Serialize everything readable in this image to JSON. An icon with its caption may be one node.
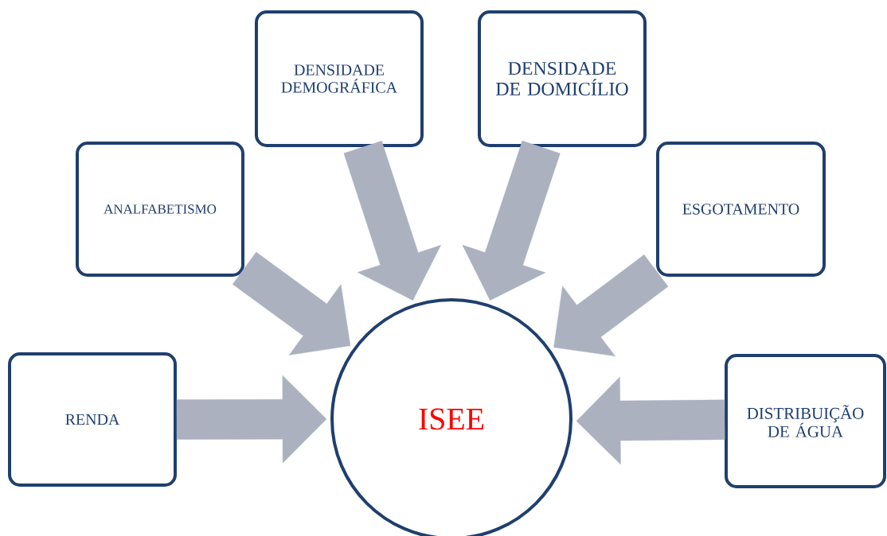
{
  "diagram": {
    "nodes": [
      {
        "text": [
          "DENSIDADE DEMOGRÁFICA"
        ]
      },
      {
        "text": [
          "DENSIDADE DE DOMICÍLIO"
        ]
      },
      {
        "text": [
          "ANALFABETISMO"
        ]
      },
      {
        "text": [
          "ESGOTAMENTO"
        ]
      },
      {
        "text": [
          "RENDA"
        ]
      },
      {
        "text": [
          "ISEE"
        ]
      },
      {
        "text": [
          "DISTRIBUIÇÃO DE ÁGUA"
        ]
      }
    ],
    "edges": [
      {
        "from": 4,
        "to": 5,
        "arrow": "to"
      },
      {
        "from": 2,
        "to": 5,
        "arrow": "to"
      },
      {
        "from": 0,
        "to": 5,
        "arrow": "to"
      },
      {
        "from": 1,
        "to": 5,
        "arrow": "to"
      },
      {
        "from": 3,
        "to": 5,
        "arrow": "to"
      },
      {
        "from": 6,
        "to": 5,
        "arrow": "to"
      }
    ]
  }
}
